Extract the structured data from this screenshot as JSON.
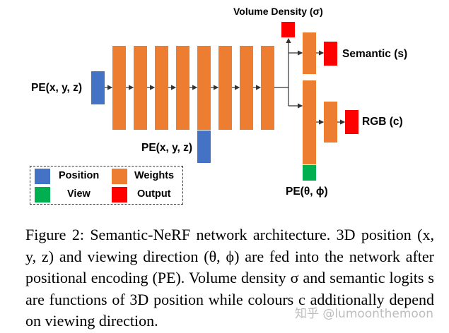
{
  "colors": {
    "position": "#4472C4",
    "weights": "#ED7D31",
    "view": "#00B050",
    "output": "#FF0000"
  },
  "labels": {
    "volume_density": "Volume Density (σ)",
    "semantic": "Semantic (s)",
    "rgb": "RGB (c)",
    "pe_xyz_left": "PE(x, y, z)",
    "pe_xyz_bottom": "PE(x, y, z)",
    "pe_theta_phi": "PE(θ, ϕ)"
  },
  "legend": [
    {
      "label": "Position",
      "color_key": "position"
    },
    {
      "label": "Weights",
      "color_key": "weights"
    },
    {
      "label": "View",
      "color_key": "view"
    },
    {
      "label": "Output",
      "color_key": "output"
    }
  ],
  "caption": {
    "text": "Figure 2: Semantic-NeRF network architecture. 3D position (x, y, z) and viewing direction (θ, ϕ) are fed into the network after positional encoding (PE). Volume density σ and semantic logits s are functions of 3D position while colours c additionally depend on viewing direction."
  },
  "watermark": "知乎 @lumoonthemoon"
}
